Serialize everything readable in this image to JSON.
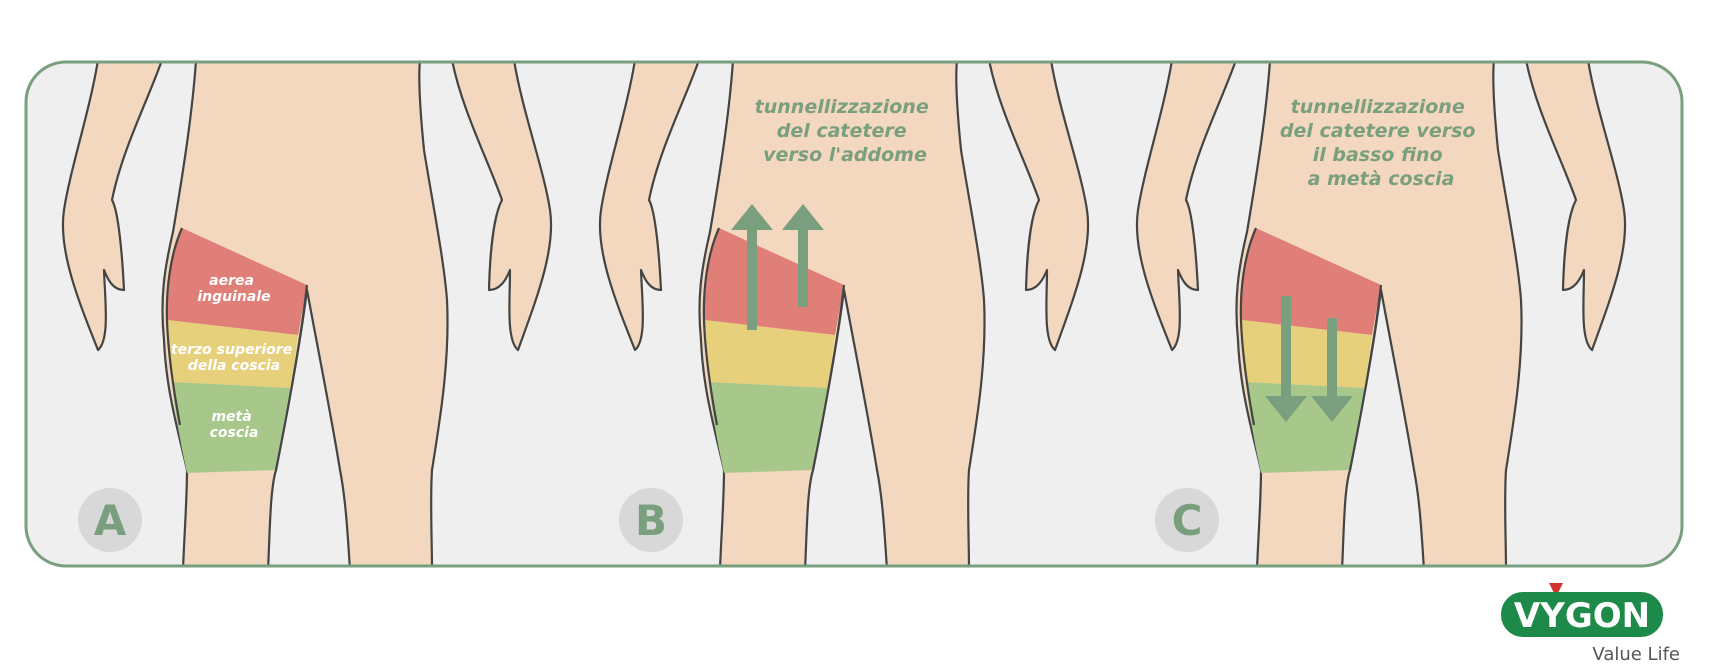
{
  "colors": {
    "frame_border": "#7a9f7e",
    "frame_fill": "#efefef",
    "skin": "#f3d8bf",
    "outline": "#444444",
    "zone_red": "#e07e78",
    "zone_yellow": "#e7d07c",
    "zone_green": "#a8c88b",
    "arrow_green": "#7a9f7e",
    "badge_fill": "#d8d8d8",
    "brand_green": "#1e8a4a",
    "brand_red": "#d0342c"
  },
  "panels": [
    {
      "badge": "A",
      "zones": {
        "red": [
          "aerea",
          "inguinale"
        ],
        "yellow": [
          "terzo superiore",
          "della coscia"
        ],
        "green": [
          "metà",
          "coscia"
        ]
      }
    },
    {
      "badge": "B",
      "caption": [
        "tunnellizzazione",
        "del catetere",
        "verso l'addome"
      ],
      "arrow_direction": "up"
    },
    {
      "badge": "C",
      "caption": [
        "tunnellizzazione",
        "del catetere verso",
        "il basso fino",
        "a metà coscia"
      ],
      "arrow_direction": "down"
    }
  ],
  "brand": {
    "logo_text": "VYGON",
    "tagline": "Value Life"
  }
}
